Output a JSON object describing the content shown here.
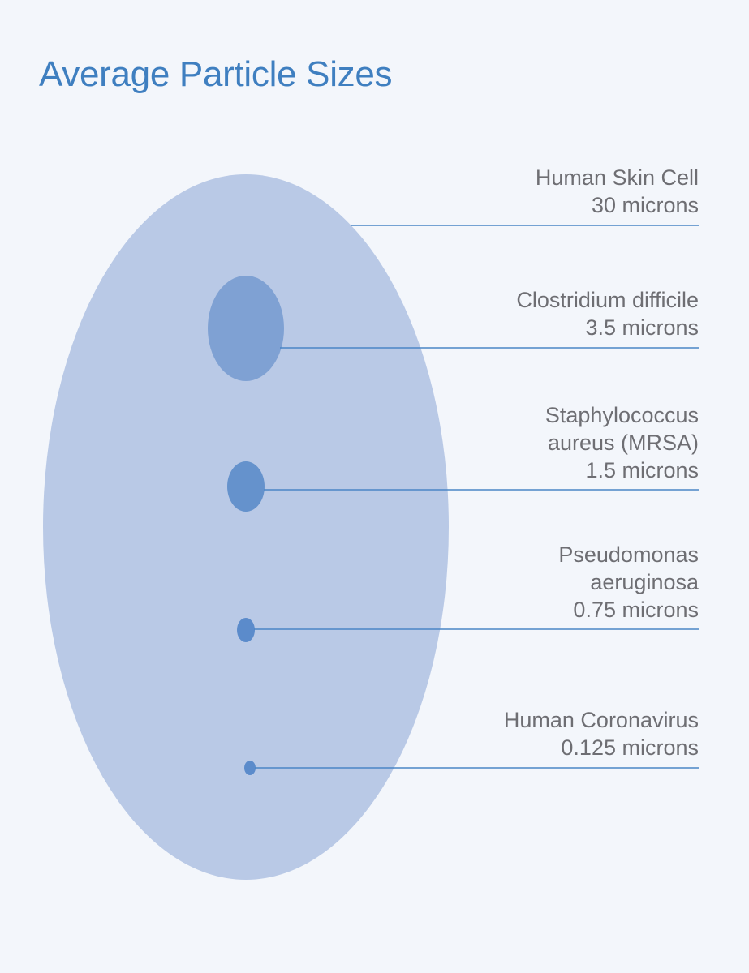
{
  "title": "Average Particle Sizes",
  "colors": {
    "background": "#f3f6fb",
    "title": "#3f7fc0",
    "large_cell": "#b9c9e6",
    "leader_line": "#4a86c6",
    "label_text": "#6e6e73",
    "particles": [
      "#7fa1d3",
      "#6592cc",
      "#5b8bcb",
      "#5b8bcb"
    ]
  },
  "particles": [
    {
      "name_lines": [
        "Human Skin Cell"
      ],
      "size": "30 microns",
      "size_microns": 30
    },
    {
      "name_lines": [
        "Clostridium difficile"
      ],
      "size": "3.5 microns",
      "size_microns": 3.5
    },
    {
      "name_lines": [
        "Staphylococcus",
        "aureus (MRSA)"
      ],
      "size": "1.5 microns",
      "size_microns": 1.5
    },
    {
      "name_lines": [
        "Pseudomonas",
        "aeruginosa"
      ],
      "size": "0.75 microns",
      "size_microns": 0.75
    },
    {
      "name_lines": [
        "Human Coronavirus"
      ],
      "size": "0.125 microns",
      "size_microns": 0.125
    }
  ]
}
